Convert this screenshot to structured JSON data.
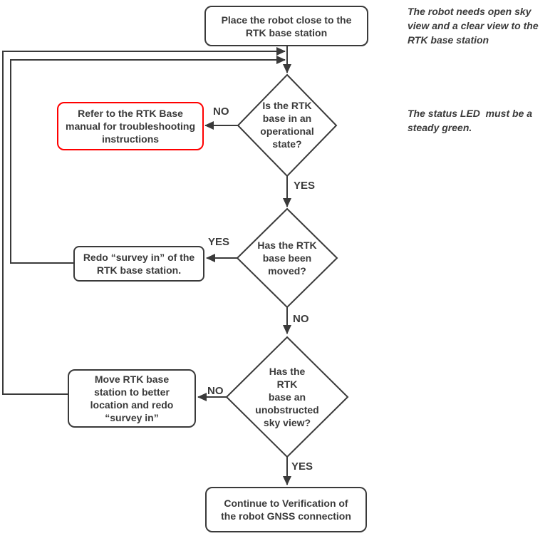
{
  "colors": {
    "line": "#3a3a3a",
    "alert": "#ff0000"
  },
  "flowchart": {
    "start": "Place the robot close to the\nRTK base station",
    "annotation_sky": "The robot needs open sky\nview and a clear view to the\nRTK base station",
    "annotation_led": "The status LED  must be a\nsteady green.",
    "decision_operational": "Is the RTK\nbase in an\noperational\nstate?",
    "refer_manual": "Refer to the RTK Base\nmanual for troubleshooting\ninstructions",
    "label_no_operational": "NO",
    "label_yes_operational": "YES",
    "decision_moved": "Has the RTK\nbase been\nmoved?",
    "redo_survey": "Redo “survey in” of the\nRTK base station.",
    "label_yes_moved": "YES",
    "label_no_moved": "NO",
    "decision_sky_view": "Has the\nRTK\nbase an\nunobstructed\nsky view?",
    "move_station": "Move RTK base\nstation to better\nlocation and redo\n“survey in”",
    "label_no_sky": "NO",
    "label_yes_sky": "YES",
    "end": "Continue to Verification of\nthe robot GNSS connection"
  }
}
